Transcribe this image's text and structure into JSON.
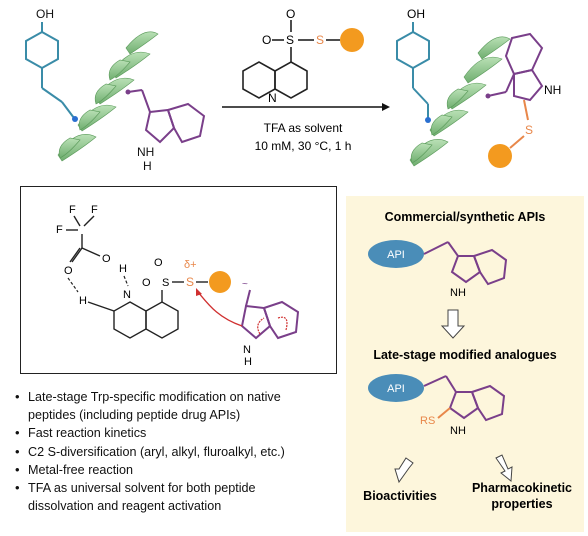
{
  "reaction": {
    "conditions_line1": "TFA as solvent",
    "conditions_line2": "10 mM, 30 °C, 1 h",
    "oh_left": "OH",
    "oh_right": "OH",
    "nh_left": "NH",
    "h_left": "H",
    "nh_right": "NH",
    "s_right": "S",
    "reagent_o_top": "O",
    "reagent_o_left": "O",
    "reagent_s1": "S",
    "reagent_s2": "S",
    "reagent_n": "N"
  },
  "mechanism": {
    "f1": "F",
    "f2": "F",
    "f3": "F",
    "o_carbonyl": "O",
    "o_hydroxyl": "O",
    "h_hydroxyl": "H",
    "h_ring": "H",
    "n_quin": "N",
    "o_s1": "O",
    "o_s2": "O",
    "s1": "S",
    "s2": "S",
    "delta": "δ+",
    "indole_nh": "NH",
    "indole_n": "N",
    "indole_h": "H"
  },
  "panel": {
    "title1": "Commercial/synthetic APIs",
    "api1": "API",
    "nh1": "NH",
    "title2": "Late-stage modified analogues",
    "api2": "API",
    "rs": "RS",
    "nh2": "NH",
    "out1": "Bioactivities",
    "out2_line1": "Pharmacokinetic",
    "out2_line2": "properties"
  },
  "bullets": [
    "Late-stage Trp-specific modification on native",
    "peptides (including peptide drug APIs)",
    "Fast reaction kinetics",
    "C2 S-diversification (aryl, alkyl, fluroalkyl, etc.)",
    "Metal-free reaction",
    "TFA as universal solvent for both peptide",
    "dissolvation and reagent activation"
  ],
  "colors": {
    "helix": "#8dc58d",
    "tyrosine": "#3a8ca8",
    "trp": "#7a3f8a",
    "sulfur": "#e8874a",
    "orange_ball": "#f39a1f",
    "api_ellipse": "#4a8db8",
    "panel_bg": "#fdf6dc",
    "arrow_red": "#d03030"
  }
}
